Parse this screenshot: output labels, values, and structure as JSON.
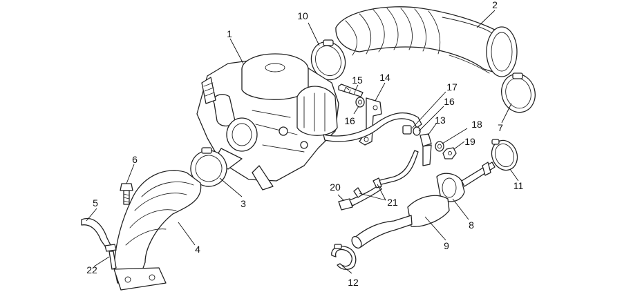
{
  "callouts": [
    {
      "id": "1",
      "text": "1"
    },
    {
      "id": "2",
      "text": "2"
    },
    {
      "id": "3",
      "text": "3"
    },
    {
      "id": "4",
      "text": "4"
    },
    {
      "id": "5",
      "text": "5"
    },
    {
      "id": "6",
      "text": "6"
    },
    {
      "id": "7",
      "text": "7"
    },
    {
      "id": "8",
      "text": "8"
    },
    {
      "id": "9",
      "text": "9"
    },
    {
      "id": "10",
      "text": "10"
    },
    {
      "id": "11",
      "text": "11"
    },
    {
      "id": "12",
      "text": "12"
    },
    {
      "id": "13",
      "text": "13"
    },
    {
      "id": "14",
      "text": "14"
    },
    {
      "id": "15",
      "text": "15"
    },
    {
      "id": "16a",
      "text": "16"
    },
    {
      "id": "16b",
      "text": "16"
    },
    {
      "id": "17",
      "text": "17"
    },
    {
      "id": "18",
      "text": "18"
    },
    {
      "id": "19",
      "text": "19"
    },
    {
      "id": "20",
      "text": "20"
    },
    {
      "id": "21",
      "text": "21"
    },
    {
      "id": "22",
      "text": "22"
    }
  ]
}
